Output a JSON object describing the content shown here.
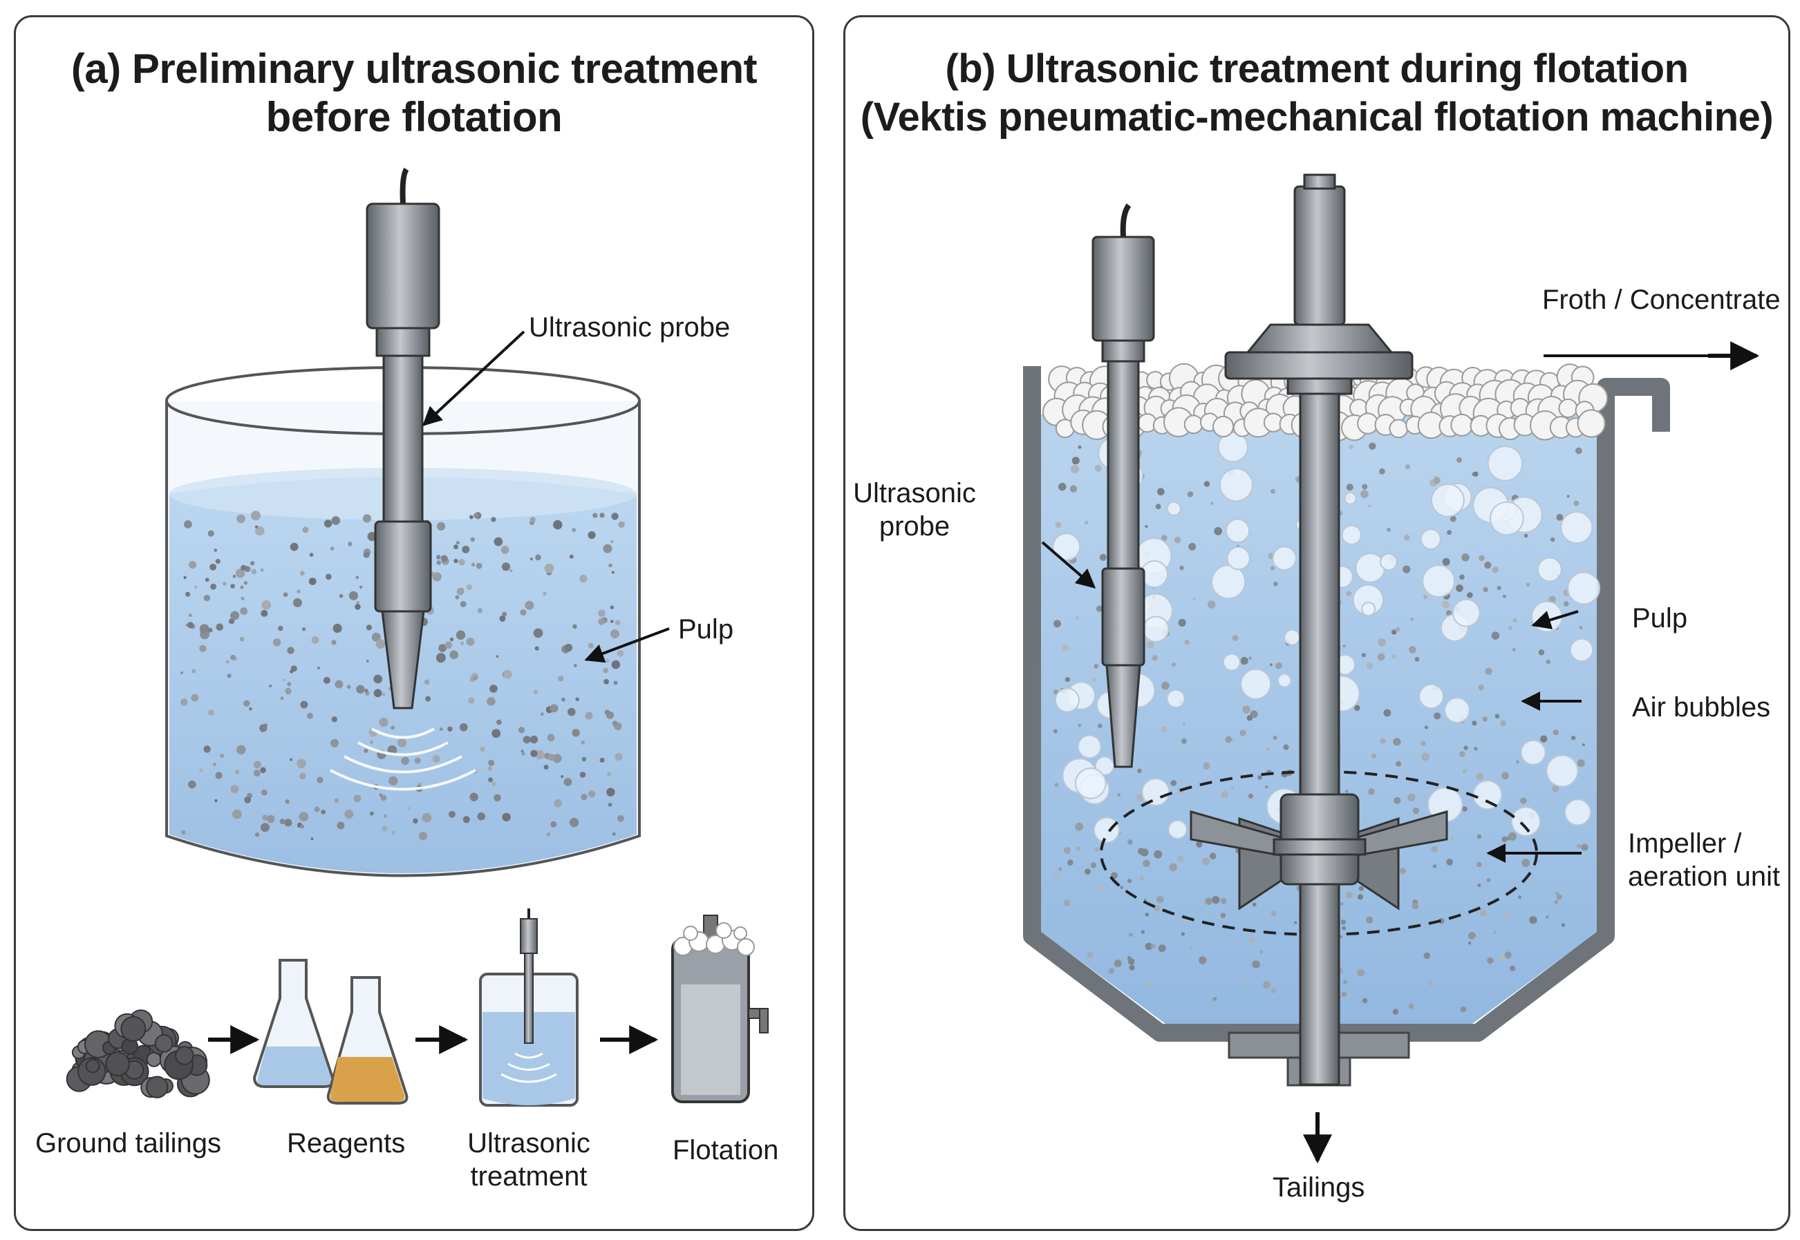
{
  "panel_a": {
    "title_line1": "(a)  Preliminary ultrasonic treatment",
    "title_line2": "before flotation",
    "label_probe": "Ultrasonic probe",
    "label_pulp": "Pulp",
    "steps": {
      "s1": "Ground tailings",
      "s2": "Reagents",
      "s3_line1": "Ultrasonic",
      "s3_line2": "treatment",
      "s4": "Flotation"
    }
  },
  "panel_b": {
    "title_line1": "(b)  Ultrasonic treatment during flotation",
    "title_line2": "(Vektis pneumatic-mechanical flotation machine)",
    "label_froth": "Froth / Concentrate",
    "label_probe_line1": "Ultrasonic",
    "label_probe_line2": "probe",
    "label_pulp": "Pulp",
    "label_air": "Air bubbles",
    "label_impeller_line1": "Impeller /",
    "label_impeller_line2": "aeration unit",
    "label_tailings": "Tailings"
  },
  "colors": {
    "pulp": "#a9c8e8",
    "steel": "#8a8f96",
    "outline": "#3a3a3a",
    "reagent_orange": "#d9a24a"
  }
}
